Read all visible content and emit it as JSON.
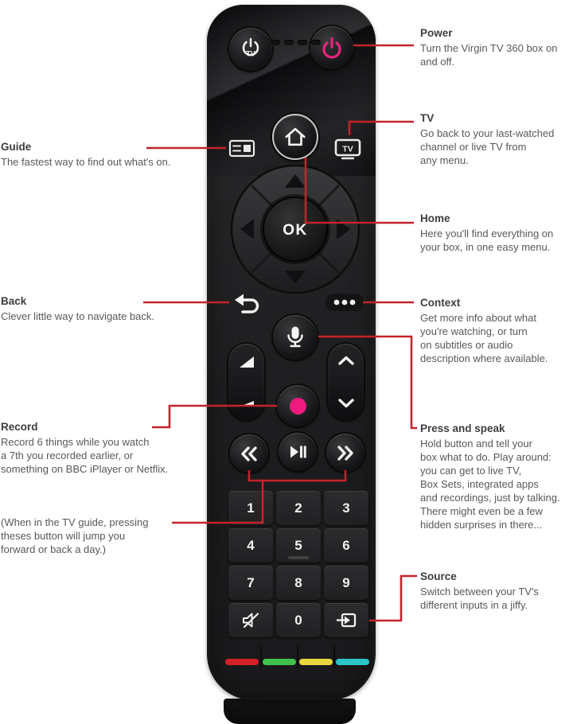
{
  "line_color": "#c3242b",
  "remote": {
    "ok_label": "OK",
    "tv_power_small_label": "TV",
    "tv_button_label": "TV",
    "power_icon_color": "#e8257d",
    "record_dot_color": "#ee1a7d",
    "keypad_keys": [
      "1",
      "2",
      "3",
      "4",
      "5",
      "6",
      "7",
      "8",
      "9",
      "0"
    ],
    "color_keys": [
      {
        "name": "red",
        "color": "#d42027"
      },
      {
        "name": "green",
        "color": "#3fc24c"
      },
      {
        "name": "yellow",
        "color": "#e8d83c"
      },
      {
        "name": "teal",
        "color": "#2bc4c8"
      }
    ]
  },
  "annotations": {
    "power": {
      "title": "Power",
      "body": "Turn the Virgin TV 360 box on\nand off."
    },
    "tv": {
      "title": "TV",
      "body": "Go back to your last-watched\nchannel or live TV from\nany menu."
    },
    "home": {
      "title": "Home",
      "body": "Here you'll find everything on\nyour box, in one easy menu."
    },
    "context": {
      "title": "Context",
      "body": "Get more info about what\nyou're watching, or turn\non subtitles or audio\ndescription where available."
    },
    "press_speak": {
      "title": "Press and speak",
      "body": "Hold button and tell your\nbox what to do. Play around:\nyou can get to live TV,\nBox Sets, integrated apps\nand recordings, just by talking.\nThere might even be a few\nhidden surprises in there..."
    },
    "source": {
      "title": "Source",
      "body": "Switch between your TV's\ndifferent inputs in a jiffy."
    },
    "guide": {
      "title": "Guide",
      "body": "The fastest way to find out what's on."
    },
    "back": {
      "title": "Back",
      "body": "Clever little way to navigate back."
    },
    "record": {
      "title": "Record",
      "body": "Record 6 things while you watch\na 7th you recorded earlier, or\nsomething on BBC iPlayer or Netflix."
    },
    "tv_guide_note": {
      "title": "",
      "body": "(When in the TV guide, pressing\ntheses button will jump you\nforward or back a day.)"
    }
  }
}
